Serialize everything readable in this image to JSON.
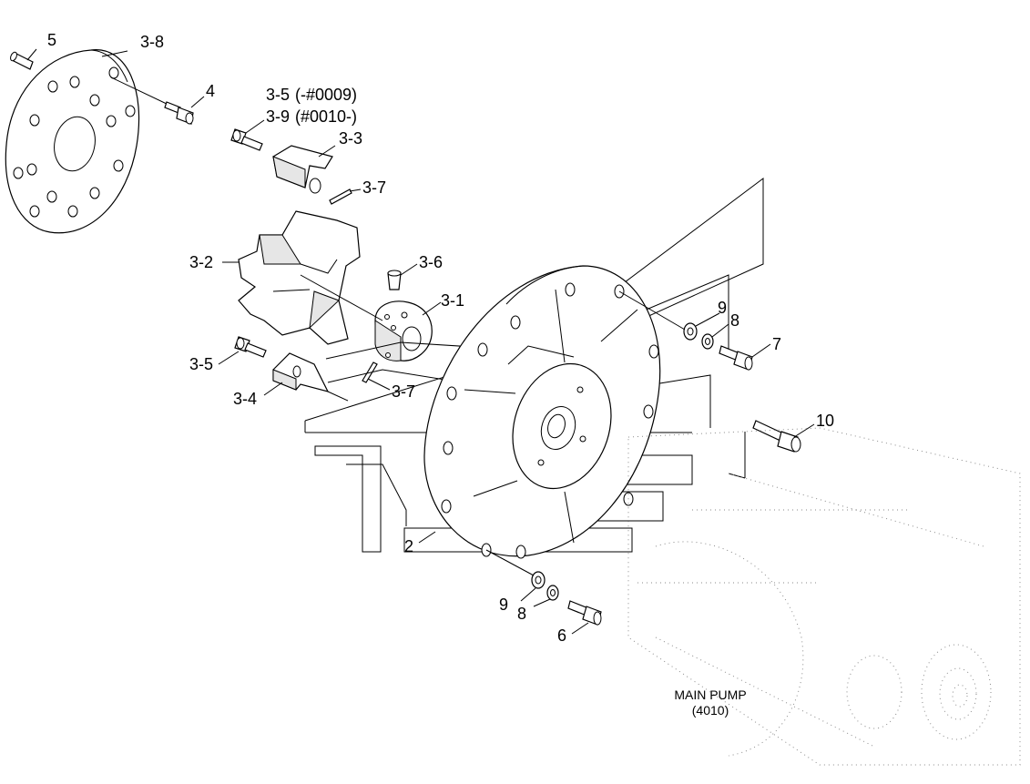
{
  "callouts": {
    "c5": "5",
    "c3_8": "3-8",
    "c4": "4",
    "c3_5_top": "3-5",
    "c3_5_top_range": "(-#0009)",
    "c3_9": "3-9",
    "c3_9_range": "(#0010-)",
    "c3_3": "3-3",
    "c3_7_top": "3-7",
    "c3_2": "3-2",
    "c3_6": "3-6",
    "c3_1": "3-1",
    "c3_5_bottom": "3-5",
    "c3_4": "3-4",
    "c3_7_bottom": "3-7",
    "c9_top": "9",
    "c8_top": "8",
    "c7": "7",
    "c10": "10",
    "c2": "2",
    "c9_bottom": "9",
    "c8_bottom": "8",
    "c6": "6"
  },
  "reference": {
    "name": "MAIN PUMP",
    "code": "(4010)"
  }
}
